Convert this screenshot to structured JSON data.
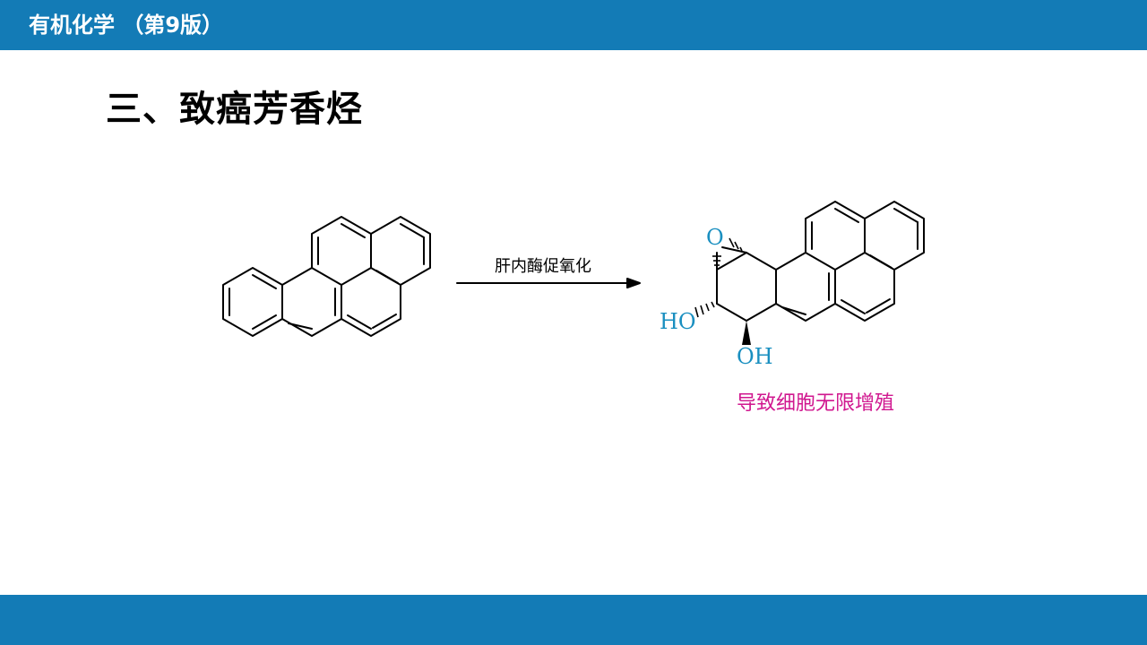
{
  "header": {
    "course_title": "有机化学 （第9版）"
  },
  "section": {
    "heading": "三、致癌芳香烃"
  },
  "reaction": {
    "arrow_label": "肝内酶促氧化",
    "product_labels": {
      "epoxide_oxygen": "O",
      "hydroxyl_left": "HO",
      "hydroxyl_bottom": "OH"
    },
    "result_caption": "导致细胞无限增殖"
  },
  "colors": {
    "bar": "#137bb6",
    "heteroatom_label": "#1a8fc0",
    "caption": "#d0178f"
  }
}
